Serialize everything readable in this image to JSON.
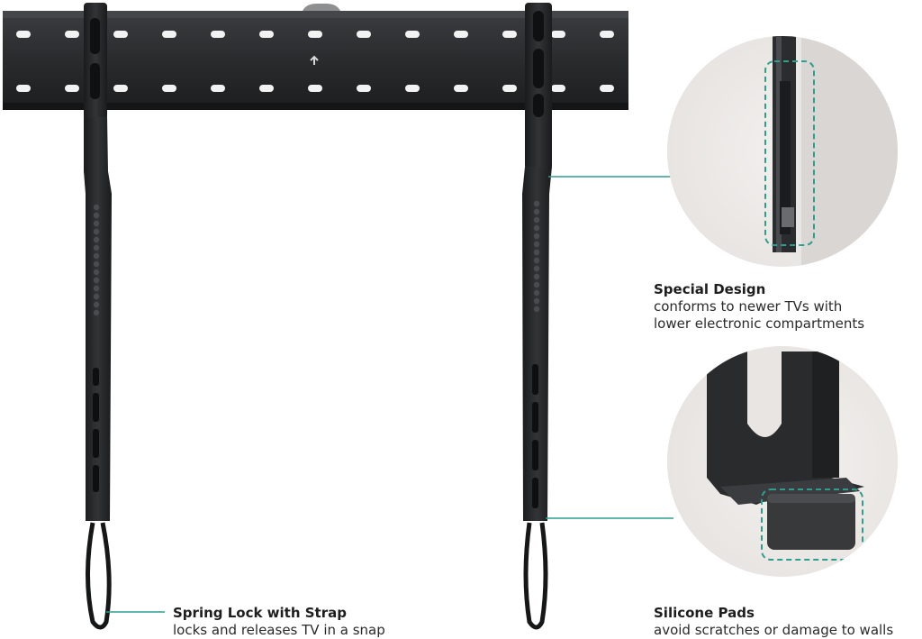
{
  "callouts": {
    "special_design": {
      "title": "Special Design",
      "description_line1": "conforms to newer TVs with",
      "description_line2": "lower electronic compartments"
    },
    "silicone_pads": {
      "title": "Silicone Pads",
      "description": "avoid scratches or damage to walls"
    },
    "spring_lock": {
      "title": "Spring Lock with Strap",
      "description": "locks and releases TV in a snap"
    }
  },
  "colors": {
    "accent": "#2e9e8f",
    "metal": "#1f2022",
    "metal_highlight": "#3a3b3e",
    "detail_background": "#ebe8e6"
  },
  "icons": {
    "mount_arrow": "up-arrow-icon"
  }
}
